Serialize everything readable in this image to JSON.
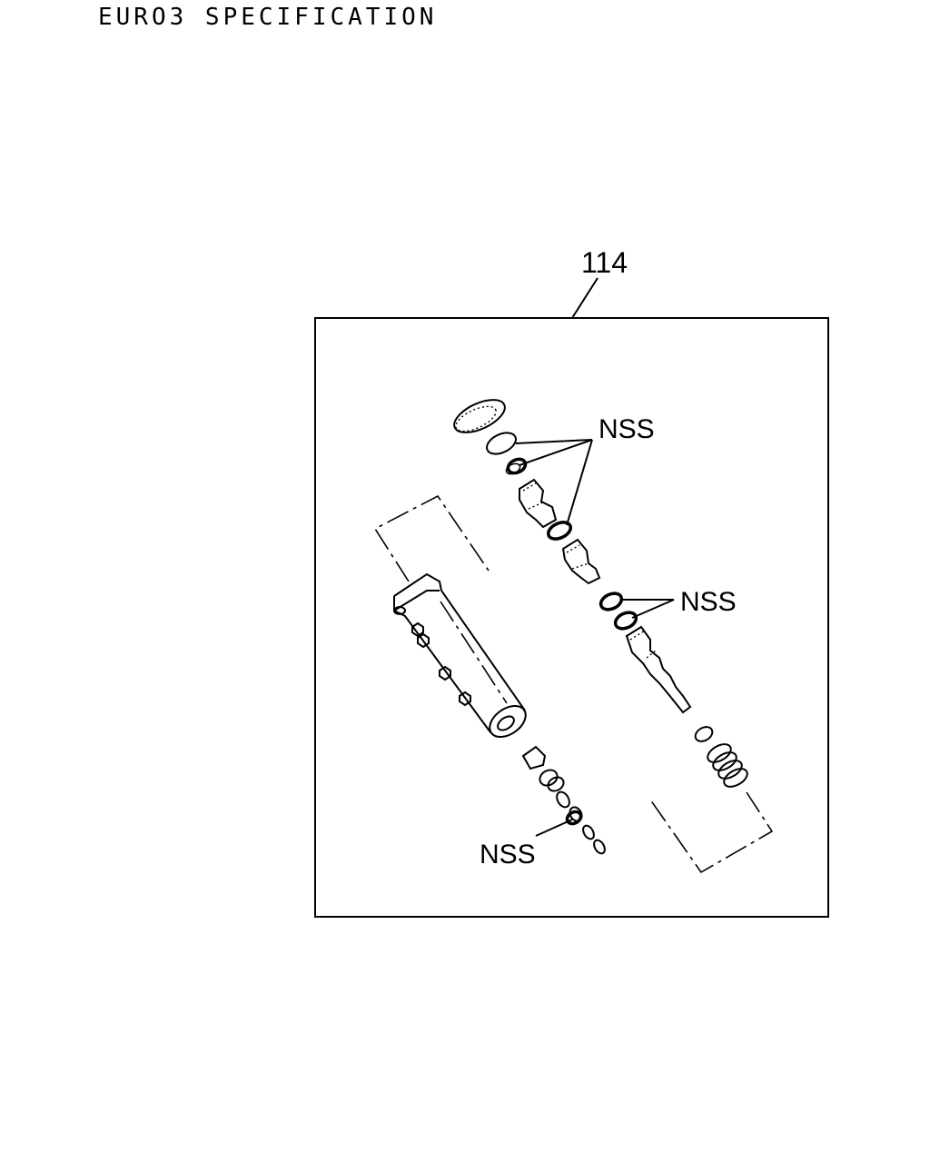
{
  "header": {
    "title": "EURO3 SPECIFICATION"
  },
  "diagram": {
    "reference_number": "114",
    "callouts": [
      "NSS",
      "NSS",
      "NSS"
    ]
  }
}
